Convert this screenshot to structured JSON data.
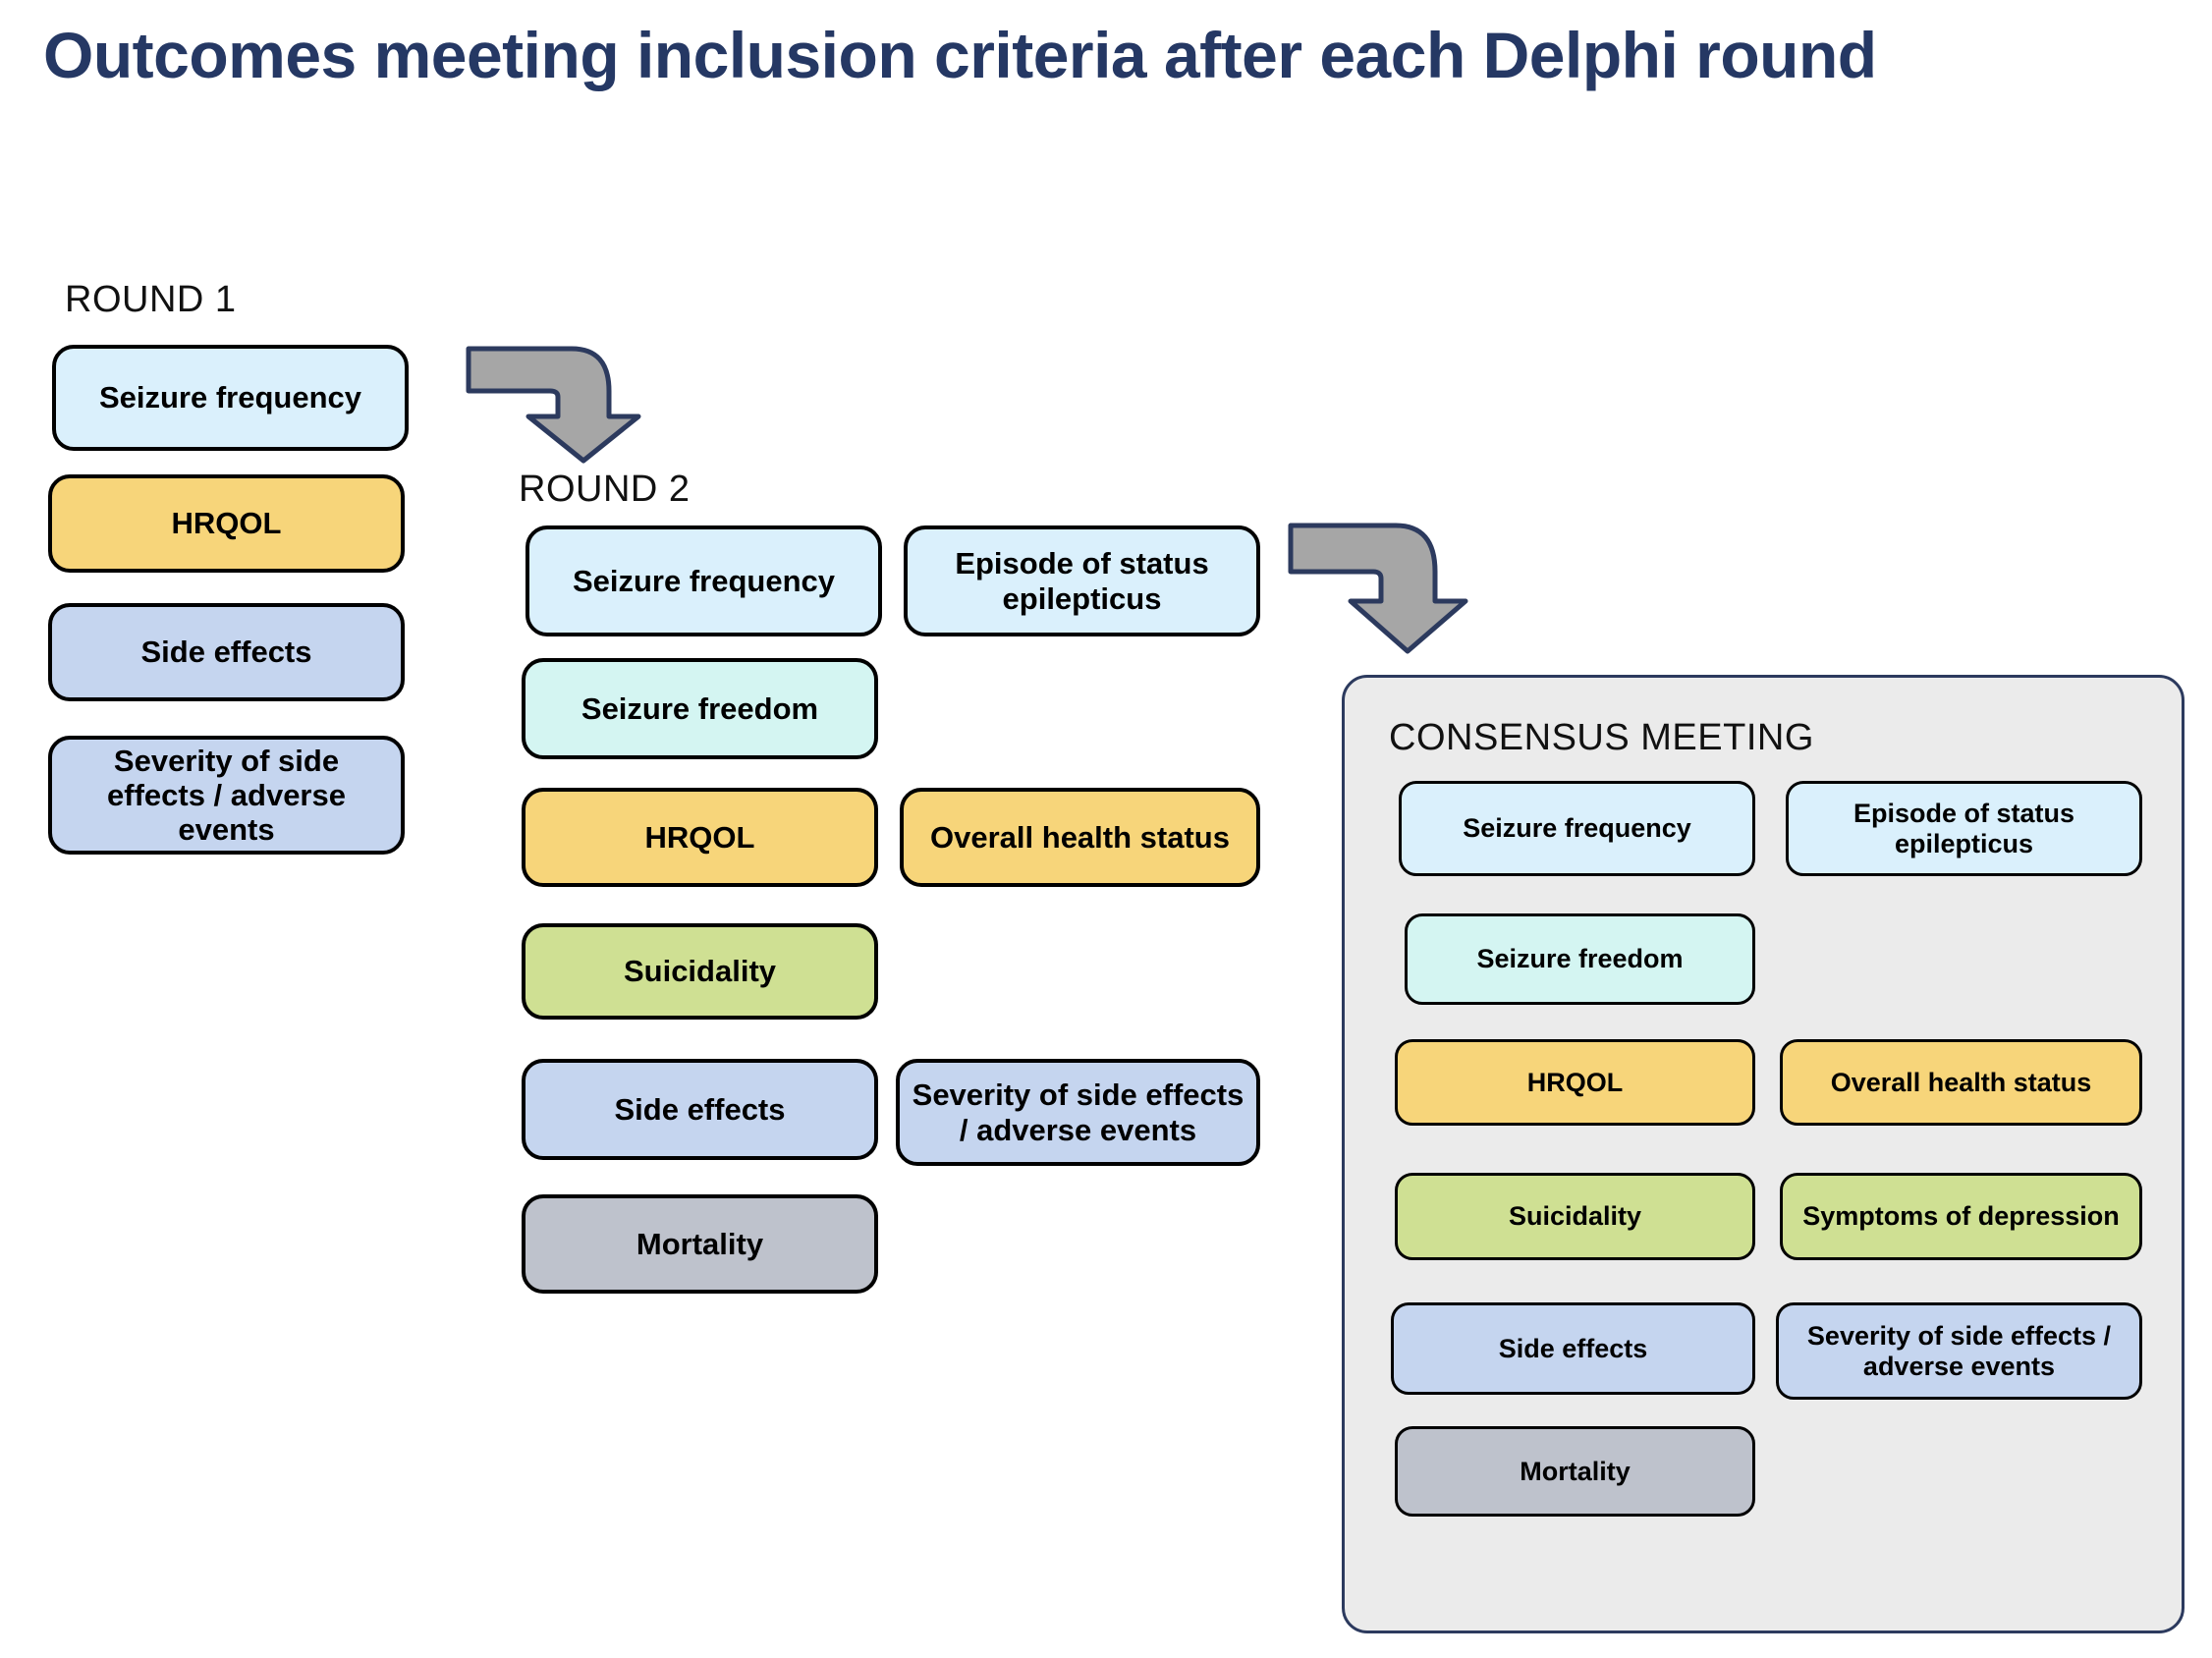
{
  "title": "Outcomes meeting inclusion criteria after each Delphi round",
  "colors": {
    "title": "#253864",
    "light_blue": "#DAF0FC",
    "cyan": "#D4F5F2",
    "yellow": "#F7D57A",
    "green": "#CFE093",
    "blue": "#C5D5EF",
    "gray": "#BEC2CC",
    "panel_bg": "#EBEBEB",
    "panel_border": "#2C3A5E",
    "arrow_fill": "#A6A6A6",
    "arrow_stroke": "#2C3A5E"
  },
  "round1": {
    "label": "ROUND 1",
    "items": [
      {
        "text": "Seizure frequency",
        "color": "light_blue"
      },
      {
        "text": "HRQOL",
        "color": "yellow"
      },
      {
        "text": "Side effects",
        "color": "blue"
      },
      {
        "text": "Severity of side effects / adverse events",
        "color": "blue"
      }
    ]
  },
  "round2": {
    "label": "ROUND 2",
    "left_items": [
      {
        "text": "Seizure frequency",
        "color": "light_blue"
      },
      {
        "text": "Seizure freedom",
        "color": "cyan"
      },
      {
        "text": "HRQOL",
        "color": "yellow"
      },
      {
        "text": "Suicidality",
        "color": "green"
      },
      {
        "text": "Side effects",
        "color": "blue"
      },
      {
        "text": "Mortality",
        "color": "gray"
      }
    ],
    "right_items": [
      {
        "text": "Episode of status epilepticus",
        "color": "light_blue"
      },
      {
        "text": "Overall health status",
        "color": "yellow"
      },
      {
        "text": "Severity of side effects / adverse events",
        "color": "blue"
      }
    ]
  },
  "consensus": {
    "label": "CONSENSUS MEETING",
    "left_items": [
      {
        "text": "Seizure frequency",
        "color": "light_blue"
      },
      {
        "text": "Seizure freedom",
        "color": "cyan"
      },
      {
        "text": "HRQOL",
        "color": "yellow"
      },
      {
        "text": "Suicidality",
        "color": "green"
      },
      {
        "text": "Side effects",
        "color": "blue"
      },
      {
        "text": "Mortality",
        "color": "gray"
      }
    ],
    "right_items": [
      {
        "text": "Episode of status epilepticus",
        "color": "light_blue"
      },
      {
        "text": "Overall health status",
        "color": "yellow"
      },
      {
        "text": "Symptoms of depression",
        "color": "green"
      },
      {
        "text": "Severity of side effects / adverse events",
        "color": "blue"
      }
    ]
  },
  "arrows": [
    {
      "name": "round1-to-round2-arrow"
    },
    {
      "name": "round2-to-consensus-arrow"
    }
  ]
}
